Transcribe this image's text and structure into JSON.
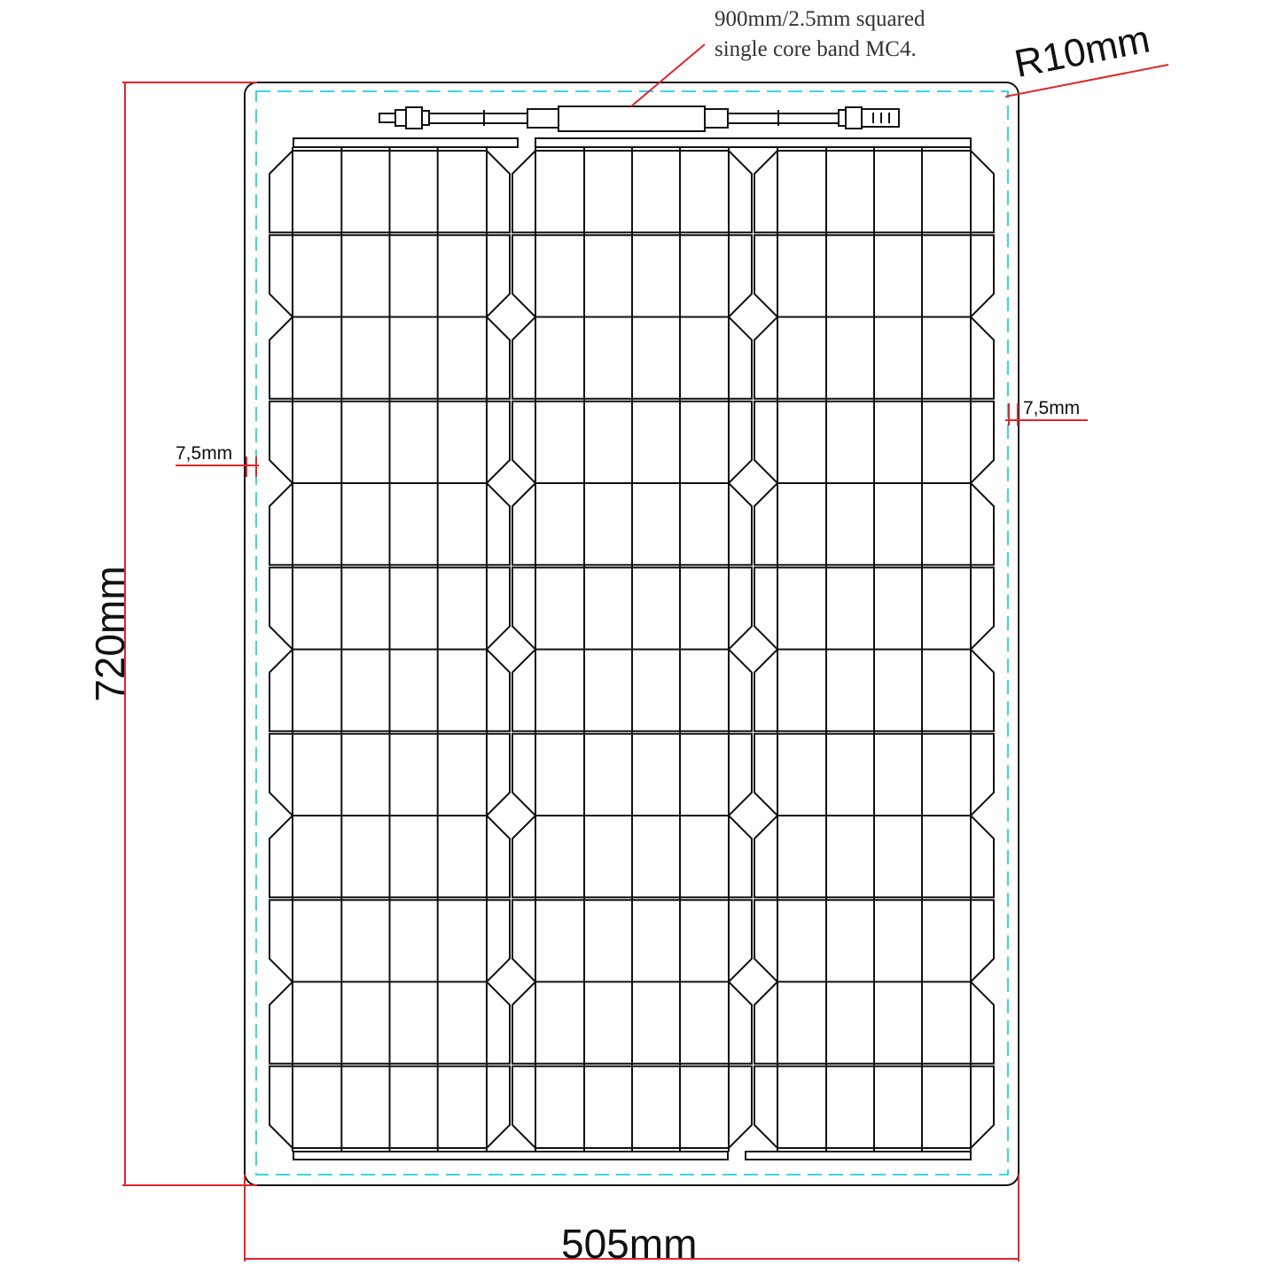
{
  "annotations": {
    "cable_note_line1": "900mm/2.5mm squared",
    "cable_note_line2": "single core band MC4.",
    "corner_radius": "R10mm",
    "margin_left": "7,5mm",
    "margin_right": "7,5mm",
    "height": "720mm",
    "width": "505mm"
  },
  "colors": {
    "dimension": "#e0262a",
    "safe_area": "#3cd6e0",
    "outline": "#111111"
  }
}
